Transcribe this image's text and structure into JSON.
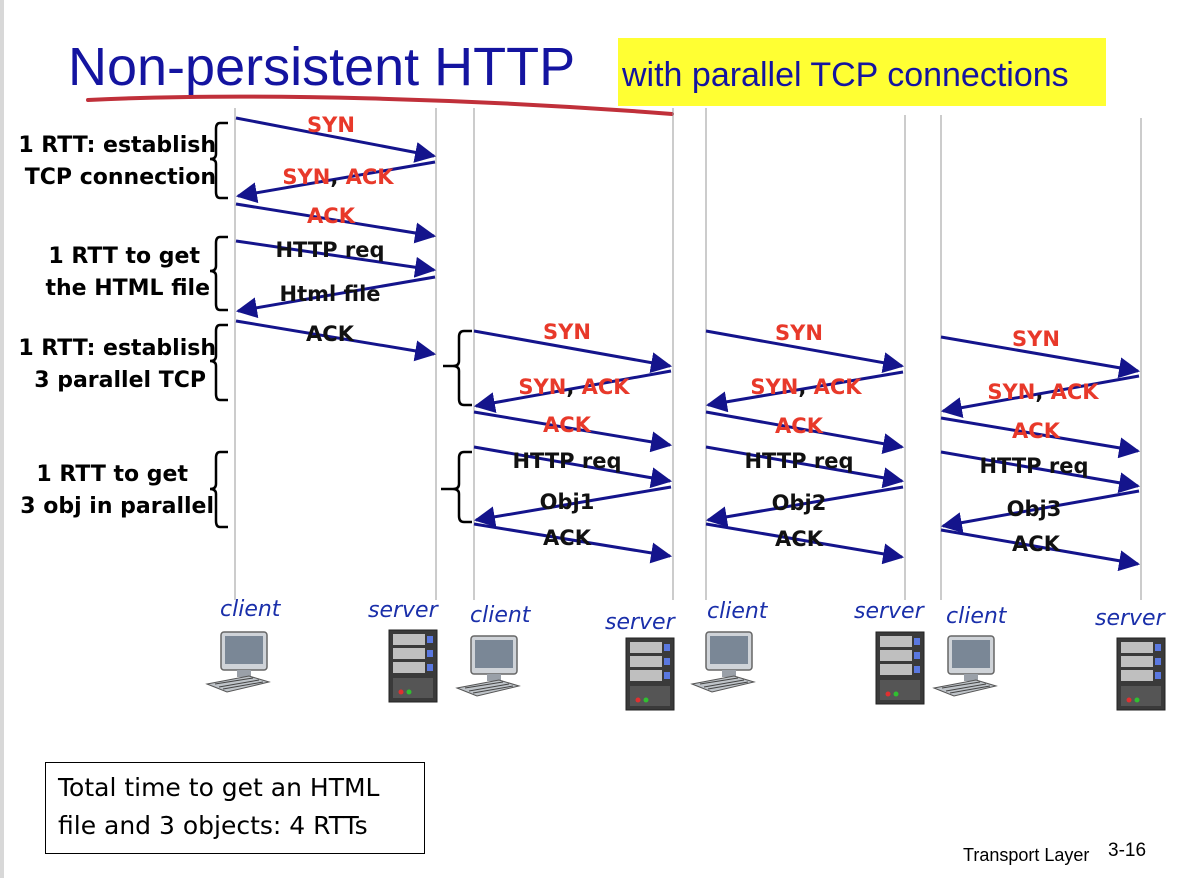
{
  "title": "Non-persistent HTTP",
  "subtitle": "with parallel TCP connections",
  "colors": {
    "title": "#1414a0",
    "highlight": "#ffff33",
    "underline": "#c0303a",
    "arrow": "#14148c",
    "message_red": "#e8392a",
    "host_label": "#1a2faa"
  },
  "phases": [
    {
      "line1": "1 RTT: establish",
      "line2": "TCP connection"
    },
    {
      "line1": "1 RTT to get",
      "line2": "the HTML file"
    },
    {
      "line1": "1 RTT: establish",
      "line2": "3 parallel TCP"
    },
    {
      "line1": "1 RTT to get",
      "line2": "3 obj in parallel"
    }
  ],
  "messages": {
    "syn": "SYN",
    "syn_ack": [
      "SYN",
      ", ",
      "ACK"
    ],
    "ack": "ACK",
    "http_req": "HTTP req",
    "html_file": "Html file",
    "objects": [
      "Obj1",
      "Obj2",
      "Obj3"
    ]
  },
  "hosts": {
    "client": "client",
    "server": "server"
  },
  "icons": [
    "client-computer-icon",
    "server-rack-icon"
  ],
  "summary": {
    "line1": "Total time to get an HTML",
    "line2": "file and 3 objects:  4 RTTs"
  },
  "footer": {
    "label": "Transport Layer",
    "slide_number": "3-16"
  }
}
